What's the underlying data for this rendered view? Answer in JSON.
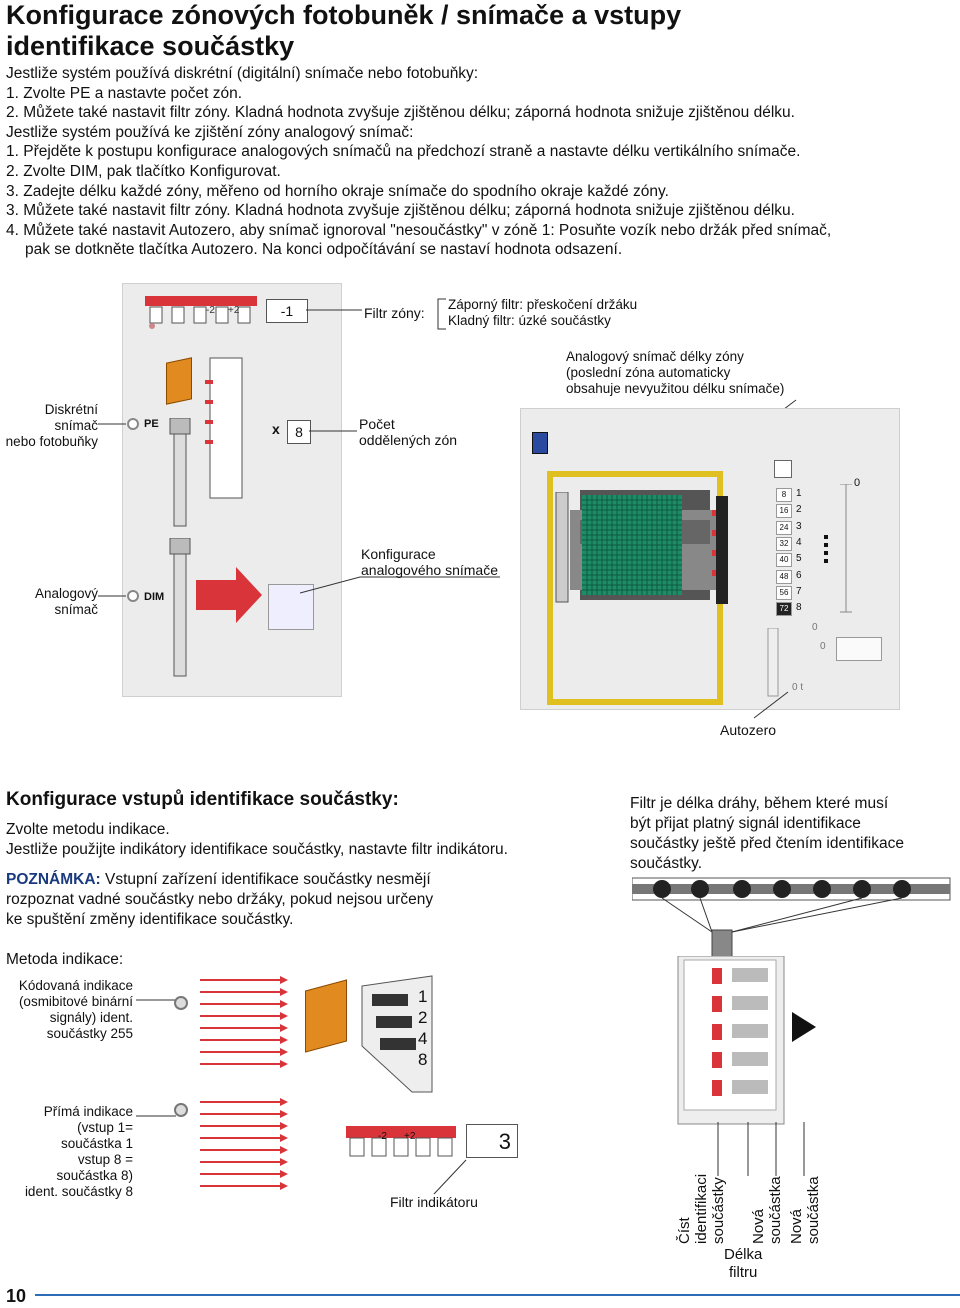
{
  "title": [
    "Konfigurace zónových fotobuněk / snímače a vstupy",
    "identifikace součástky"
  ],
  "intro": [
    {
      "text": "Jestliže systém používá diskrétní (digitální) snímače nebo fotobuňky:",
      "indent": false
    },
    {
      "text": "1. Zvolte PE a nastavte počet zón.",
      "indent": false
    },
    {
      "text": "2. Můžete také nastavit filtr zóny. Kladná hodnota zvyšuje zjištěnou délku; záporná hodnota snižuje zjištěnou délku.",
      "indent": false
    },
    {
      "text": "Jestliže systém používá ke zjištění zóny analogový snímač:",
      "indent": false
    },
    {
      "text": "1. Přejděte k postupu konfigurace analogových snímačů na předchozí straně a nastavte délku vertikálního snímače.",
      "indent": false
    },
    {
      "text": "2. Zvolte DIM, pak tlačítko Konfigurovat.",
      "indent": false
    },
    {
      "text": "3. Zadejte délku každé zóny, měřeno od horního okraje snímače do spodního okraje každé zóny.",
      "indent": false
    },
    {
      "text": "3. Můžete také nastavit filtr zóny. Kladná hodnota zvyšuje zjištěnou délku; záporná hodnota snižuje zjištěnou délku.",
      "indent": false
    },
    {
      "text": "4. Můžete také nastavit Autozero, aby snímač ignoroval \"nesoučástky\" v zóně 1: Posuňte vozík nebo držák před snímač,",
      "indent": false
    },
    {
      "text": "pak se dotkněte tlačítka Autozero. Na konci odpočítávání se nastaví hodnota odsazení.",
      "indent": true
    }
  ],
  "zone_diagram": {
    "filter_value": "-1",
    "filter_label": "Filtr zóny:",
    "filter_desc": [
      "Záporný filtr: přeskočení držáku",
      "Kladný filtr: úzké součástky"
    ],
    "minus2": "-2",
    "plus2": "+2",
    "discrete_label": [
      "Diskrétní",
      "snímač",
      "nebo fotobuňky"
    ],
    "pe": "PE",
    "x": "x",
    "count_value": "8",
    "count_label": [
      "Počet",
      "oddělených zón"
    ],
    "analog_label": [
      "Analogový",
      "snímač"
    ],
    "dim": "DIM",
    "config_label": [
      "Konfigurace",
      "analogového snímače"
    ],
    "analog_zone_label": [
      "Analogový snímač délky zóny",
      "(poslední zóna automaticky",
      "obsahuje nevyužitou délku snímače)"
    ],
    "zone_top": "0",
    "zone_values": [
      "8",
      "16",
      "24",
      "32",
      "40",
      "48",
      "56",
      "72"
    ],
    "zone_numbers": [
      "1",
      "2",
      "3",
      "4",
      "5",
      "6",
      "7",
      "8"
    ],
    "autozero_values": [
      "0",
      "0",
      "0",
      "0 t"
    ],
    "autozero_label": "Autozero"
  },
  "part_id": {
    "heading": "Konfigurace vstupů identifikace součástky:",
    "line1": "Zvolte metodu indikace.",
    "line2": "Jestliže použijte indikátory identifikace součástky, nastavte filtr indikátoru.",
    "note_label": "POZNÁMKA:",
    "note_lines": [
      " Vstupní zařízení identifikace součástky nesmějí",
      "rozpoznat vadné součástky nebo držáky, pokud nejsou určeny",
      "ke spuštění změny identifikace součástky."
    ],
    "method_label": "Metoda indikace:",
    "coded_label": [
      "Kódovaná indikace",
      "(osmibitové binární",
      "signály) ident.",
      "součástky 255"
    ],
    "bits": [
      "1",
      "2",
      "4",
      "8"
    ],
    "direct_label": [
      "Přímá indikace",
      "(vstup 1=",
      "součástka 1",
      "vstup 8 =",
      "součástka 8)",
      "ident. součástky 8"
    ],
    "filter_value": "3",
    "minus2": "-2",
    "plus2": "+2",
    "indicator_filter_label": "Filtr indikátoru",
    "filter_desc": [
      "Filtr je délka dráhy, během které musí",
      "být přijat platný signál identifikace",
      "součástky ještě před čtením identifikace",
      "součástky."
    ],
    "vertical_labels": [
      "Číst identifikaci součástky",
      "Nová součástka",
      "Nová součástka"
    ],
    "filter_length_label": [
      "Délka",
      "filtru"
    ]
  },
  "page_number": "10",
  "colors": {
    "accent_blue": "#2d6db8",
    "sensor_red": "#d9343a",
    "panel_grey": "#ececec",
    "green_grid": "#1f8c68"
  }
}
